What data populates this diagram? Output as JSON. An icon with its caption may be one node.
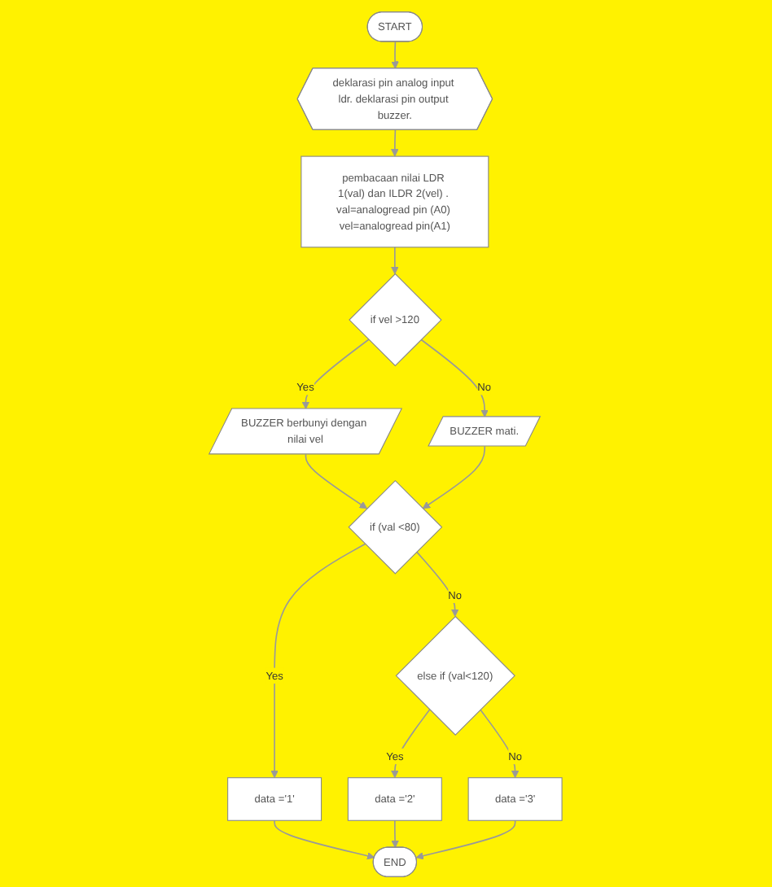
{
  "diagram": {
    "nodes": [
      {
        "text": [
          "START"
        ]
      },
      {
        "text": [
          "deklarasi pin analog input ldr. deklarasi pin output buzzer."
        ]
      },
      {
        "text": [
          "pembacaan nilai LDR 1(val) dan ILDR 2(vel) . val=analogread pin (A0) vel=analogread pin(A1)"
        ]
      },
      {
        "text": [
          "if vel >120"
        ]
      },
      {
        "text": [
          "BUZZER berbunyi dengan nilai vel"
        ]
      },
      {
        "text": [
          "BUZZER mati."
        ]
      },
      {
        "text": [
          "if (val <80)"
        ]
      },
      {
        "text": [
          "else if (val<120)"
        ]
      },
      {
        "text": [
          "data ='1'"
        ]
      },
      {
        "text": [
          "data ='2'"
        ]
      },
      {
        "text": [
          "data ='3'"
        ]
      },
      {
        "text": [
          "END"
        ]
      }
    ],
    "edges": [
      {
        "from": 0,
        "to": 1,
        "arrow": "to"
      },
      {
        "from": 1,
        "to": 2,
        "arrow": "to"
      },
      {
        "from": 2,
        "to": 3,
        "arrow": "to"
      },
      {
        "from": 3,
        "to": 4,
        "arrow": "to",
        "label": "Yes"
      },
      {
        "from": 3,
        "to": 5,
        "arrow": "to",
        "label": "No"
      },
      {
        "from": 4,
        "to": 6,
        "arrow": "to"
      },
      {
        "from": 5,
        "to": 6,
        "arrow": "to"
      },
      {
        "from": 6,
        "to": 8,
        "arrow": "to",
        "label": "Yes"
      },
      {
        "from": 6,
        "to": 7,
        "arrow": "to",
        "label": "No"
      },
      {
        "from": 7,
        "to": 9,
        "arrow": "to",
        "label": "Yes"
      },
      {
        "from": 7,
        "to": 10,
        "arrow": "to",
        "label": "No"
      },
      {
        "from": 8,
        "to": 11,
        "arrow": "to"
      },
      {
        "from": 9,
        "to": 11,
        "arrow": "to"
      },
      {
        "from": 10,
        "to": 11,
        "arrow": "to"
      }
    ]
  }
}
